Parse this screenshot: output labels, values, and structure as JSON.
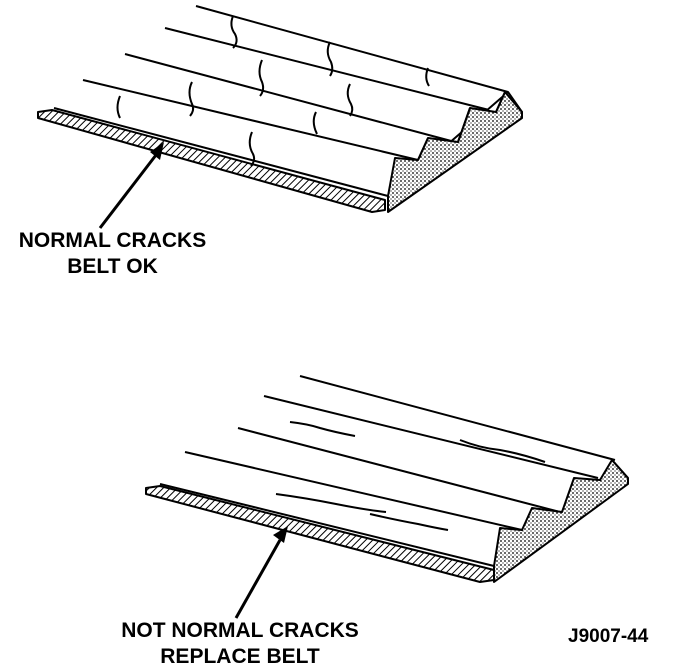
{
  "diagram": {
    "top_label": {
      "line1": "NORMAL CRACKS",
      "line2": "BELT OK"
    },
    "bottom_label": {
      "line1": "NOT NORMAL CRACKS",
      "line2": "REPLACE BELT"
    },
    "figure_code": "J9007-44"
  },
  "colors": {
    "ink": "#000000",
    "paper": "#ffffff",
    "hatch": "#000000"
  }
}
